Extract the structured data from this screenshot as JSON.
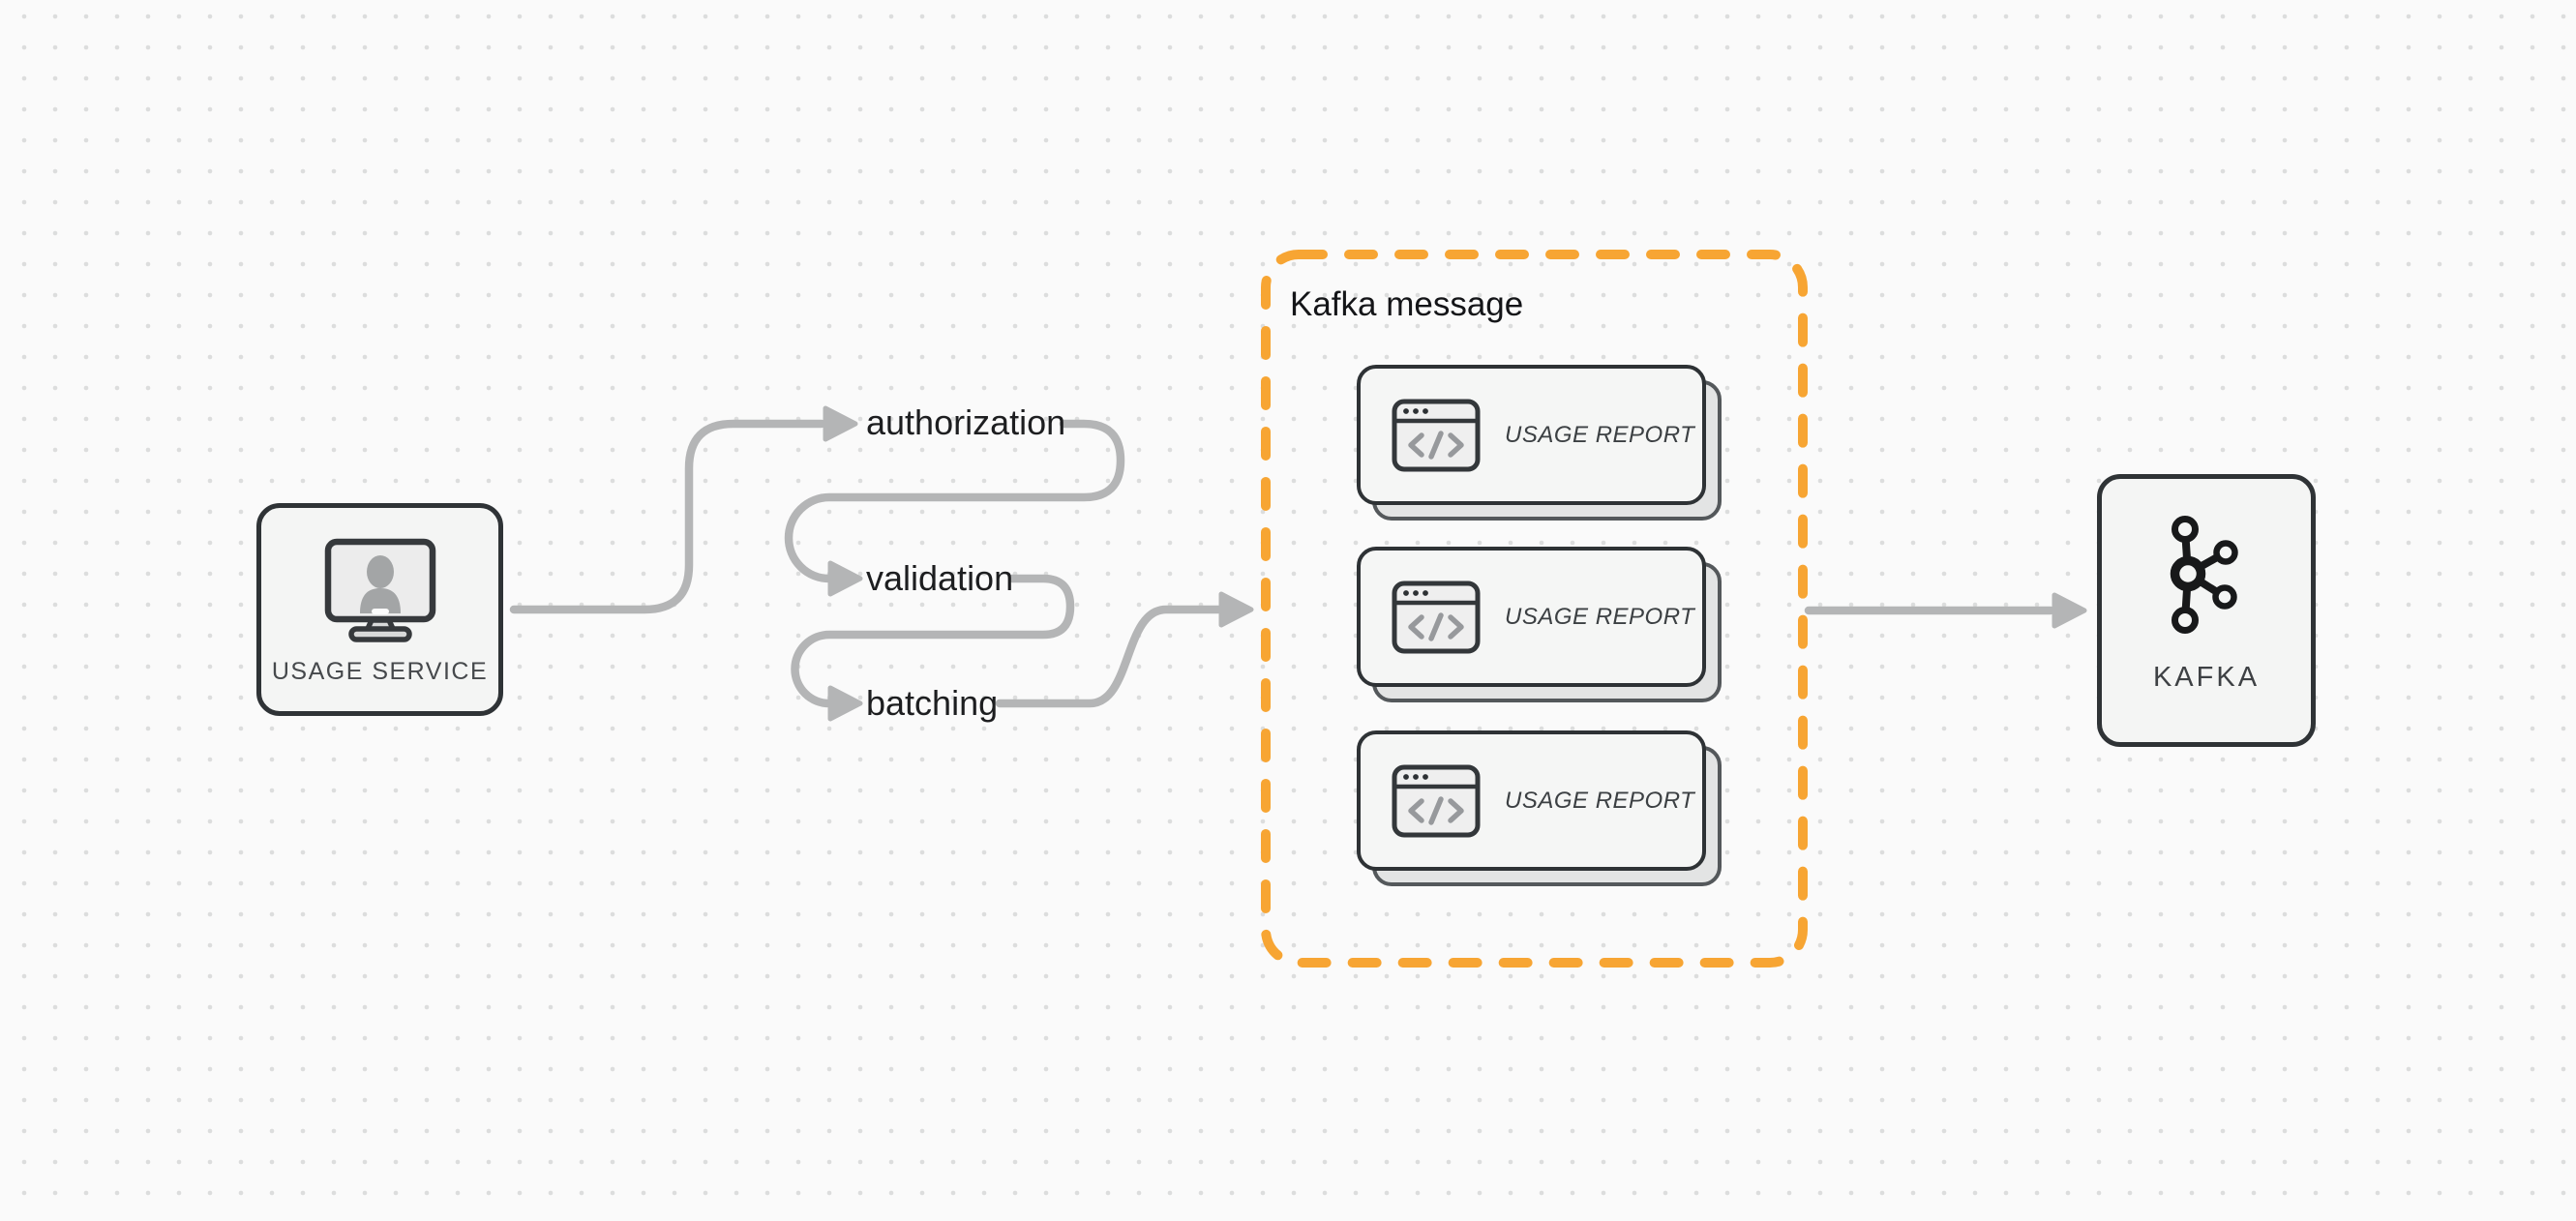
{
  "diagram": {
    "background_color": "#fafafa",
    "dot_color": "#dcdddd",
    "colors": {
      "arrow": "#b4b5b6",
      "node_border": "#2f3336",
      "node_fill": "#f4f5f4",
      "accent_orange": "#f7a533",
      "text_primary": "#1d1e20",
      "text_secondary": "#46494c"
    },
    "nodes": {
      "usage_service": {
        "label": "USAGE SERVICE",
        "icon": "monitor-user-icon"
      },
      "kafka": {
        "label": "KAFKA",
        "icon": "kafka-logo-icon"
      }
    },
    "flow_steps": [
      {
        "label": "authorization"
      },
      {
        "label": "validation"
      },
      {
        "label": "batching"
      }
    ],
    "kafka_message_group": {
      "title": "Kafka message",
      "border_style": "dashed",
      "border_color": "#f7a533",
      "messages": [
        {
          "label": "USAGE REPORT",
          "icon": "code-window-icon"
        },
        {
          "label": "USAGE REPORT",
          "icon": "code-window-icon"
        },
        {
          "label": "USAGE REPORT",
          "icon": "code-window-icon"
        }
      ]
    }
  }
}
